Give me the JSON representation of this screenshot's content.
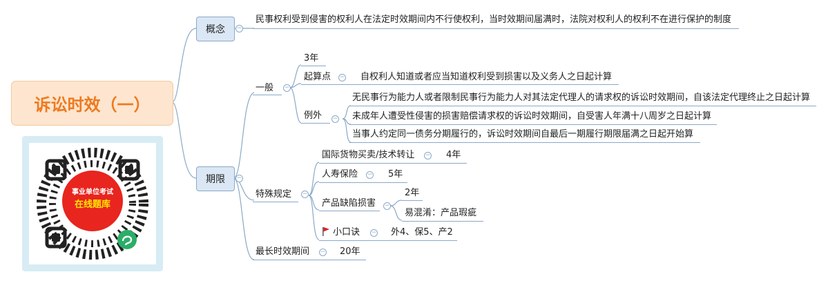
{
  "title": "诉讼时效（一）",
  "colors": {
    "root_text": "#ee7a1e",
    "root_fill": "#fde5cf",
    "branch_fill": "#dbe7f5",
    "line": "#8aa9c8",
    "flag": "#e02020",
    "qr_center": "#e8251f",
    "qr_text": "#ffe600"
  },
  "nodes": {
    "concept": {
      "label": "概念",
      "text": "民事权利受到侵害的权利人在法定时效期间内不行使权利，当时效期间届满时，法院对权利人的权利不在进行保护的制度"
    },
    "period": {
      "label": "期限",
      "general": {
        "label": "一般",
        "duration": "3年",
        "start_label": "起算点",
        "start_text": "自权利人知道或者应当知道权利受到损害以及义务人之日起计算",
        "exception_label": "例外",
        "exceptions": [
          "无民事行为能力人或者限制民事行为能力人对其法定代理人的请求权的诉讼时效期间，自该法定代理终止之日起计算",
          "未成年人遭受性侵害的损害赔偿请求权的诉讼时效期间，自受害人年满十八周岁之日起计算",
          "当事人约定同一债务分期履行的，诉讼时效期间自最后一期履行期限届满之日起开始算"
        ]
      },
      "special": {
        "label": "特殊规定",
        "trade_label": "国际货物买卖/技术转让",
        "trade_value": "4年",
        "life_label": "人寿保险",
        "life_value": "5年",
        "product_label": "产品缺陷损害",
        "product_value": "2年",
        "product_note": "易混淆：产品瑕疵",
        "mnemonic_label": "小口诀",
        "mnemonic_value": "外4、保5、产2"
      },
      "max_label": "最长时效期间",
      "max_value": "20年"
    }
  },
  "qr": {
    "line1": "事业单位考试",
    "line2": "在线题库",
    "badge_icon": "mini-program-icon"
  }
}
